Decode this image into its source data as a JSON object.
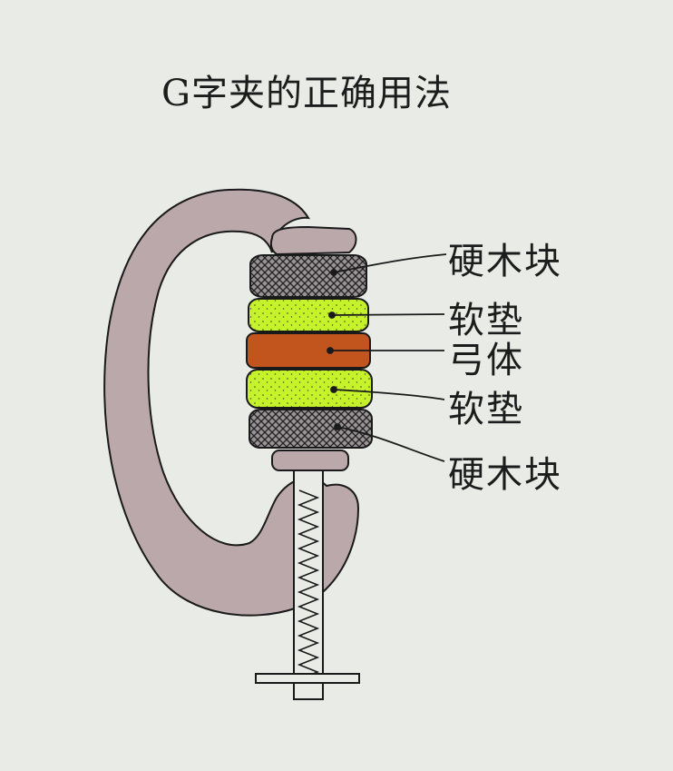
{
  "title": "G字夹的正确用法",
  "labels": {
    "top_hardwood": "硬木块",
    "top_pad": "软垫",
    "bow_body": "弓体",
    "bottom_pad": "软垫",
    "bottom_hardwood": "硬木块"
  },
  "colors": {
    "frame": "#bba8ab",
    "hardwood": "#5b5356",
    "pad": "#c6f22c",
    "bow": "#c2541e",
    "paper": "#e9ece6"
  }
}
